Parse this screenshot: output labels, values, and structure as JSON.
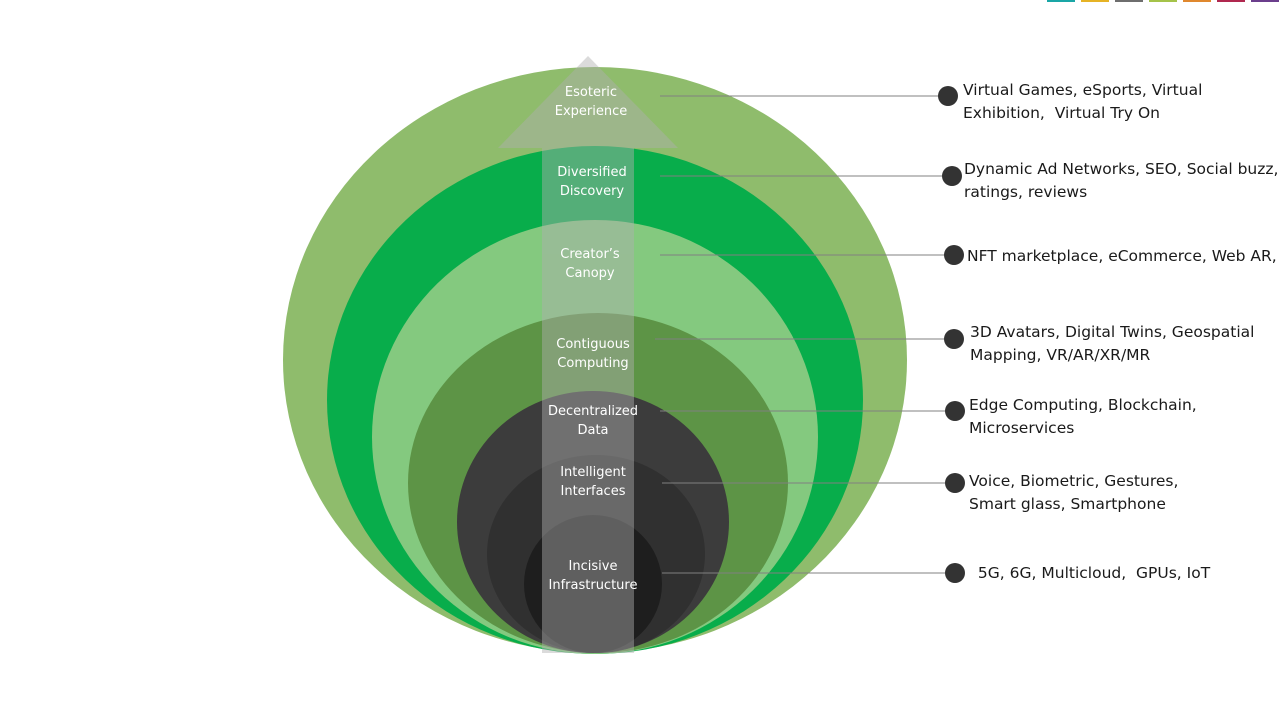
{
  "layers": [
    {
      "id": "esoteric",
      "label": [
        "Esoteric",
        "Experience"
      ],
      "description": [
        "Virtual Games, eSports, Virtual",
        "Exhibition,  Virtual Try On"
      ],
      "color": "#8fbc6c"
    },
    {
      "id": "discovery",
      "label": [
        "Diversified",
        "Discovery"
      ],
      "description": [
        "Dynamic Ad Networks, SEO, Social buzz,",
        "ratings, reviews"
      ],
      "color": "#08ad4b"
    },
    {
      "id": "canopy",
      "label": [
        "Creator’s",
        "Canopy"
      ],
      "description": [
        "NFT marketplace, eCommerce, Web AR,"
      ],
      "color": "#84c97f"
    },
    {
      "id": "computing",
      "label": [
        "Contiguous",
        "Computing"
      ],
      "description": [
        "3D Avatars, Digital Twins, Geospatial",
        "Mapping, VR/AR/XR/MR"
      ],
      "color": "#5d9446"
    },
    {
      "id": "data",
      "label": [
        "Decentralized",
        "Data"
      ],
      "description": [
        "Edge Computing, Blockchain,",
        "Microservices"
      ],
      "color": "#3c3c3c"
    },
    {
      "id": "interfaces",
      "label": [
        "Intelligent",
        "Interfaces"
      ],
      "description": [
        "Voice, Biometric, Gestures,",
        "Smart glass, Smartphone"
      ],
      "color": "#303030"
    },
    {
      "id": "infrastructure",
      "label": [
        "Incisive",
        "Infrastructure"
      ],
      "description": [
        " 5G, 6G, Multicloud,  GPUs, IoT"
      ],
      "color": "#1e1e1e"
    }
  ],
  "colors": {
    "arrow": "#b0b0b0",
    "connector": "#808080",
    "dot": "#333333"
  },
  "accent_colors": [
    "#1aa6a6",
    "#e6b325",
    "#6e6e6e",
    "#a5c34a",
    "#e0882e",
    "#b0284f",
    "#6b3e8c"
  ]
}
